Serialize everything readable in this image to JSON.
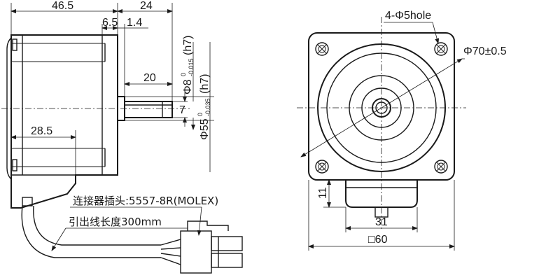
{
  "side_view": {
    "dim_length_total": "46.5",
    "dim_shaft_total": "24",
    "dim_flange": "6.5",
    "dim_pilot": "1.4",
    "dim_shaft_flat": "20",
    "dim_mount_offset": "28.5",
    "dim_flat_depth": "7",
    "shaft_dia_main": "Φ8",
    "shaft_dia_upper_tol": "0",
    "shaft_dia_lower_tol": "-0.015",
    "shaft_dia_fit": "(h7)",
    "pilot_dia_main": "Φ55",
    "pilot_dia_upper_tol": "0",
    "pilot_dia_lower_tol": "-0.035",
    "pilot_dia_fit": "(h7)"
  },
  "cable": {
    "connector_label": "连接器插头:5557-8R(MOLEX)",
    "lead_length_label": "引出线长度300mm"
  },
  "front_view": {
    "hole_label": "4-Φ5hole",
    "pcd_label": "Φ70±0.5",
    "dim_gearbox_height": "11",
    "dim_gearbox_width": "31",
    "dim_square": "□60"
  }
}
